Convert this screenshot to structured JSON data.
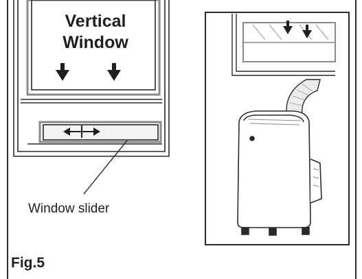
{
  "labels": {
    "title_line1": "Vertical",
    "title_line2": "Window",
    "slider": "Window slider",
    "figure": "Fig.5"
  },
  "colors": {
    "ink": "#1f1f1f",
    "line": "#2a2a2a",
    "gray_frame": "#8a8a8a",
    "pale": "#f4f4f4"
  }
}
